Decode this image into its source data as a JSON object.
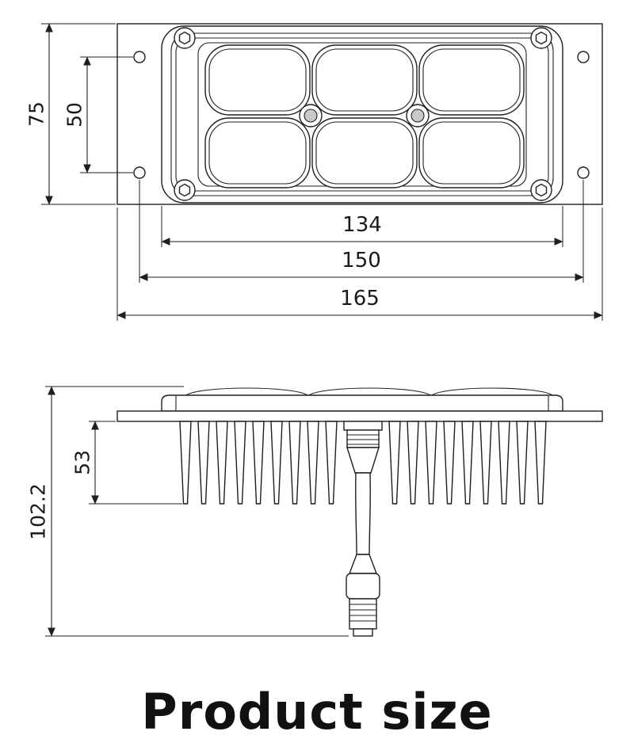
{
  "title": "Product size",
  "colors": {
    "line": "#1f1f1f",
    "background": "#ffffff",
    "text": "#1a1a1a"
  },
  "top_view": {
    "dim_height": "75",
    "dim_hole_spacing_v": "50",
    "dim_lens_width": "134",
    "dim_hole_spacing_h": "150",
    "dim_width": "165"
  },
  "side_view": {
    "dim_fin_height": "53",
    "dim_total_height": "102.2"
  }
}
